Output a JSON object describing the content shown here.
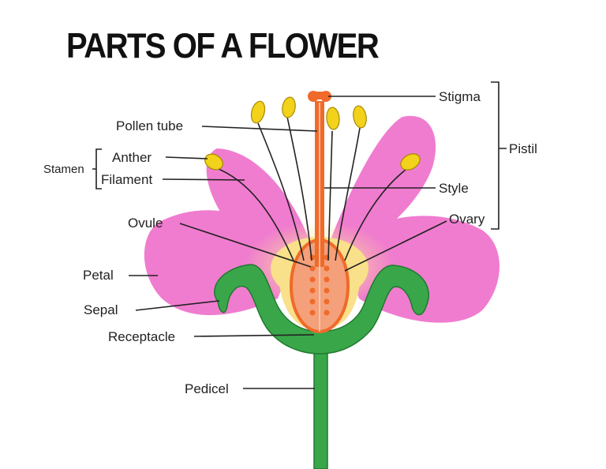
{
  "title": "PARTS OF A FLOWER",
  "colors": {
    "petal": "#f07ccf",
    "petal_center": "#f9e08a",
    "sepal": "#3aa64a",
    "sepal_dark": "#1f7a2e",
    "ovary": "#f4a07a",
    "style": "#f06a2a",
    "anther": "#f2d21a"
  },
  "labels": {
    "stigma": "Stigma",
    "pistil": "Pistil",
    "pollen_tube": "Pollen tube",
    "stamen": "Stamen",
    "anther": "Anther",
    "filament": "Filament",
    "style": "Style",
    "ovary": "Ovary",
    "ovule": "Ovule",
    "petal": "Petal",
    "sepal": "Sepal",
    "receptacle": "Receptacle",
    "pedicel": "Pedicel"
  }
}
